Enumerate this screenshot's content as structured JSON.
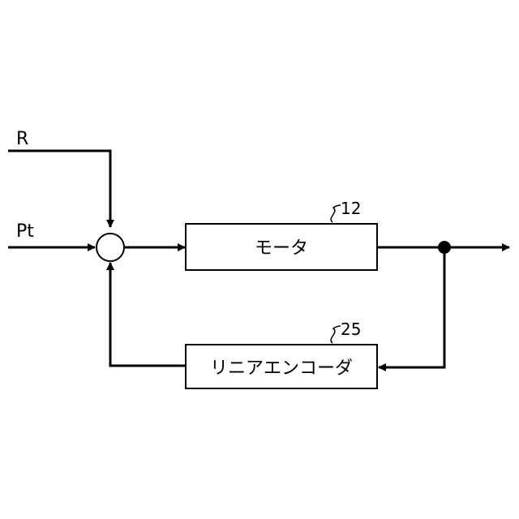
{
  "inputs": {
    "reference": "R",
    "position": "Pt"
  },
  "blocks": {
    "motor": {
      "label": "モータ",
      "ref": "12"
    },
    "encoder": {
      "label": "リニアエンコーダ",
      "ref": "25"
    }
  }
}
